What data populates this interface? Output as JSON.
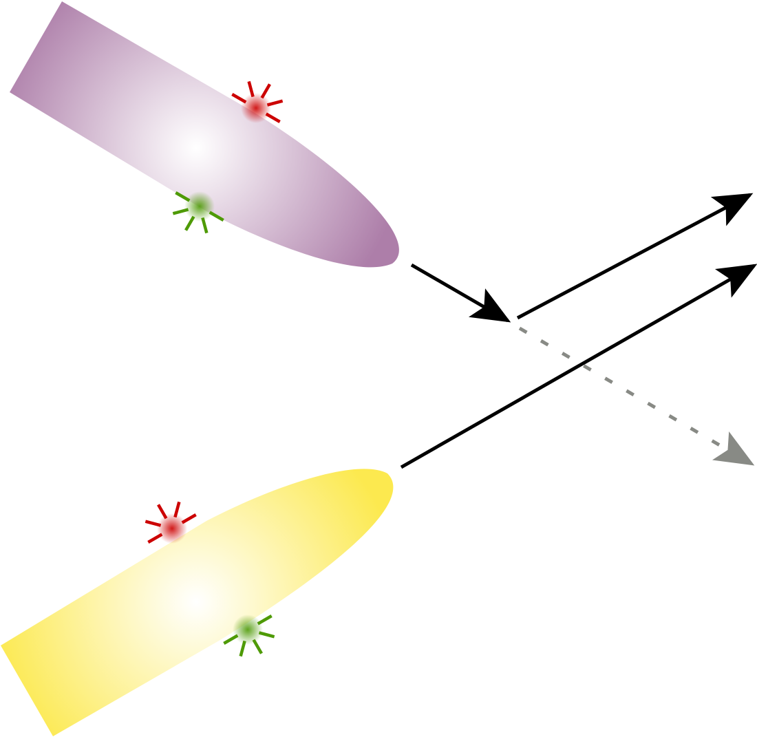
{
  "colors": {
    "upper_body": "#ad7ea9",
    "lower_body": "#fce94f",
    "body_highlight": "#ffffff",
    "spark_red": "#cc0000",
    "spark_green": "#4e9a06",
    "arrow_solid": "#000000",
    "arrow_dashed": "#888a85"
  },
  "elements": {
    "upper_body": "purple-elongated-shape",
    "lower_body": "yellow-elongated-shape",
    "sparks": [
      "red-spark",
      "green-spark",
      "red-spark",
      "green-spark"
    ],
    "arrows": [
      "incoming-arrow",
      "outgoing-arrow-upper",
      "outgoing-arrow-lower",
      "dashed-continuation-arrow"
    ]
  }
}
